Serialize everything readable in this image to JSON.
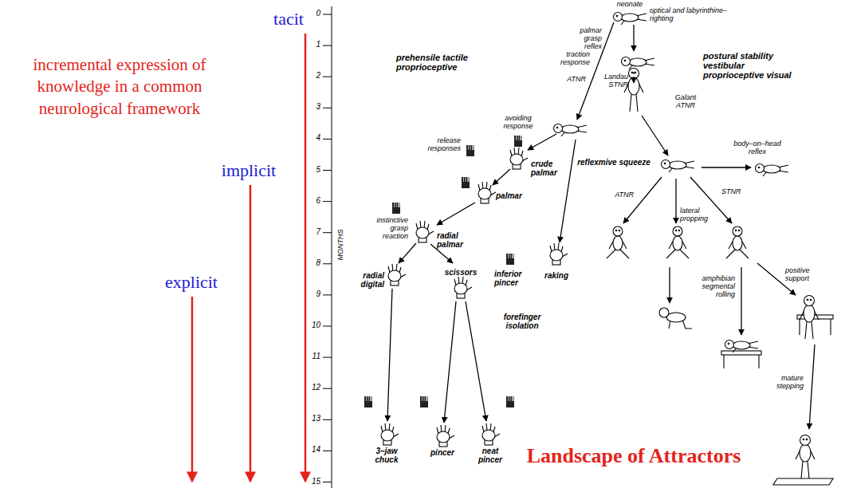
{
  "diagram": {
    "title": "Landscape of Attractors",
    "labels": [
      "tacit",
      "incremental expression of knowledge in a common neurological framework",
      "implicit",
      "explicit",
      "0",
      "1",
      "2",
      "3",
      "4",
      "5",
      "6",
      "7",
      "8",
      "9",
      "10",
      "11",
      "12",
      "13",
      "14",
      "15",
      "MONTHS",
      "neonate",
      "optical and labyrinthine–righting",
      "palmar grasp reflex",
      "traction response",
      "ATNR",
      "prehensile tactile proprioceptive",
      "postural stability vestibular proprioceptive visual",
      "Landau STNR",
      "avoiding response",
      "release responses",
      "reflexmive squeeze",
      "crude palmar",
      "Galant ATNR",
      "body–on–head reflex",
      "palmar",
      "ATNR",
      "lateral propping",
      "STNR",
      "instinctive grasp reaction",
      "radial palmar",
      "radial digital",
      "scissors",
      "inferior pincer",
      "raking",
      "forefinger isolation",
      "amphibian segmental rolling",
      "positive support",
      "3–jaw chuck",
      "pincer",
      "neat pincer",
      "mature stepping"
    ]
  }
}
